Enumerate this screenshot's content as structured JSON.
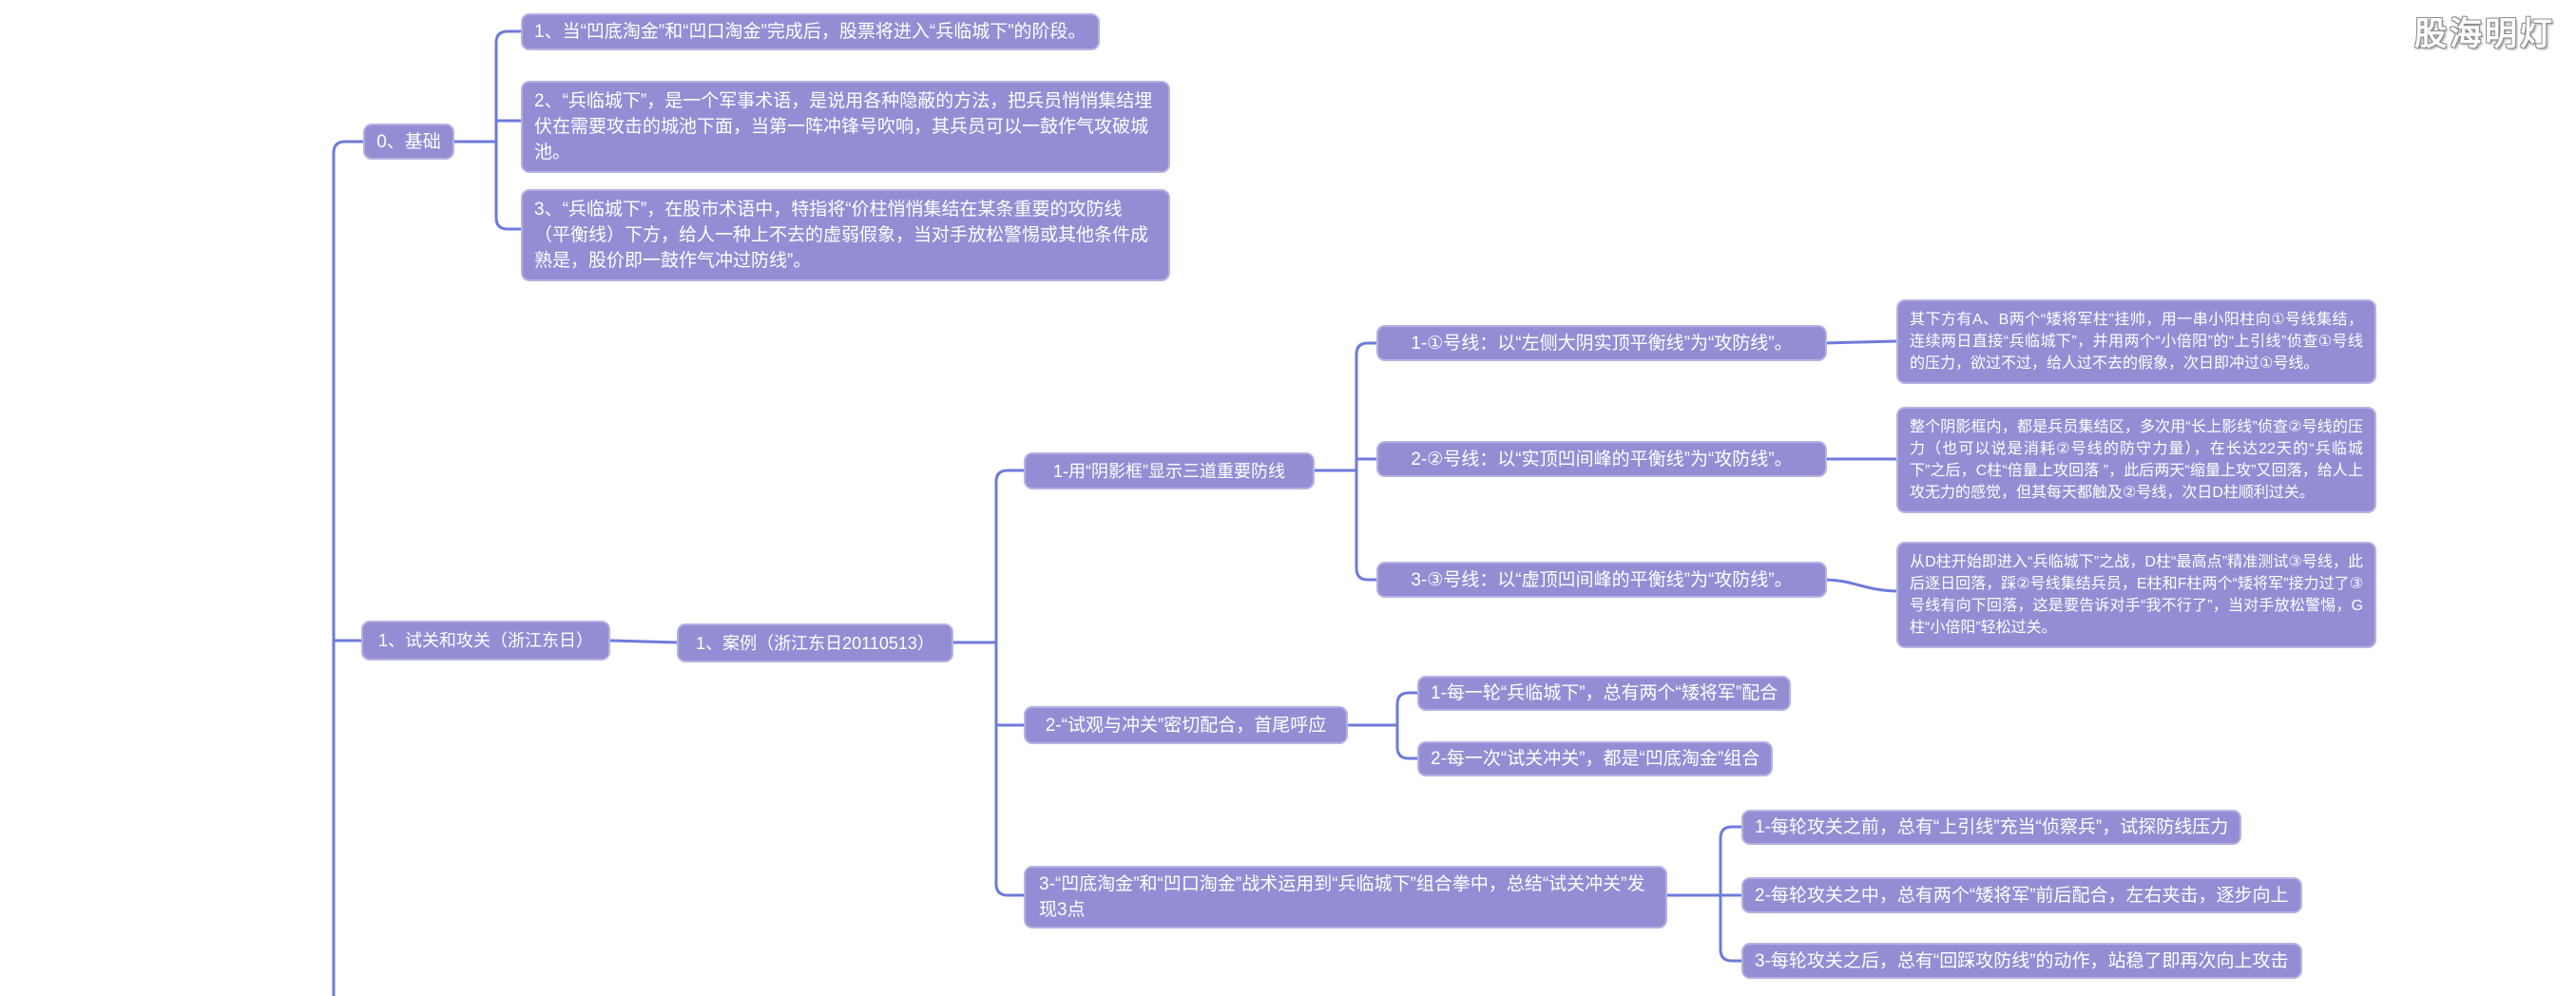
{
  "theme": {
    "background": "#ffffff",
    "node_fill": "#938ED4",
    "node_border": "#B6B1E2",
    "connector": "#6E7BDB",
    "node_text": "#ffffff",
    "watermark_color": "#ffffff",
    "watermark_outline": "#8c8c8c"
  },
  "watermark": {
    "text": "股海明灯"
  },
  "nodes": {
    "basic": "0、基础",
    "basic_pt1": "1、当“凹底淘金”和“凹口淘金”完成后，股票将进入“兵临城下”的阶段。",
    "basic_pt2": "2、“兵临城下”，是一个军事术语，是说用各种隐蔽的方法，把兵员悄悄集结埋伏在需要攻击的城池下面，当第一阵冲锋号吹响，其兵员可以一鼓作气攻破城池。",
    "basic_pt3": "3、“兵临城下”，在股市术语中，特指将“价柱悄悄集结在某条重要的攻防线（平衡线）下方，给人一种上不去的虚弱假象，当对手放松警惕或其他条件成熟是，股价即一鼓作气冲过防线”。",
    "branch1": "1、试关和攻关（浙江东日）",
    "case1": "1、案例（浙江东日20110513）",
    "shadow_frame": "1-用“阴影框”显示三道重要防线",
    "line1": "1-①号线：以“左侧大阴实顶平衡线”为“攻防线”。",
    "line2": "2-②号线：以“实顶凹间峰的平衡线”为“攻防线”。",
    "line3": "3-③号线：以“虚顶凹间峰的平衡线”为“攻防线”。",
    "line1_note": "其下方有A、B两个“矮将军柱”挂帅，用一串小阳柱向①号线集结，连续两日直接“兵临城下”，并用两个“小倍阳”的“上引线”侦查①号线的压力，欲过不过，给人过不去的假象，次日即冲过①号线。",
    "line2_note": "整个阴影框内，都是兵员集结区，多次用“长上影线”侦查②号线的压力（也可以说是消耗②号线的防守力量），在长达22天的“兵临城下”之后，C柱“倍量上攻回落 ”，此后两天“缩量上攻”又回落，给人上攻无力的感觉，但其每天都触及②号线，次日D柱顺利过关。",
    "line3_note": "从D柱开始即进入“兵临城下”之战，D柱“最高点”精准测试③号线，此后逐日回落，踩②号线集结兵员，E柱和F柱两个“矮将军”接力过了③号线有向下回落，这是要告诉对手“我不行了”，当对手放松警惕，G柱“小倍阳”轻松过关。",
    "coop": "2-“试观与冲关”密切配合，首尾呼应",
    "coop_pt1": "1-每一轮“兵临城下”，总有两个“矮将军”配合",
    "coop_pt2": "2-每一次“试关冲关”，都是“凹底淘金”组合",
    "summary": "3-“凹底淘金”和“凹口淘金”战术运用到“兵临城下”组合拳中，总结“试关冲关”发现3点",
    "summary_pt1": "1-每轮攻关之前，总有“上引线”充当“侦察兵”，试探防线压力",
    "summary_pt2": "2-每轮攻关之中，总有两个“矮将军”前后配合，左右夹击，逐步向上",
    "summary_pt3": "3-每轮攻关之后，总有“回踩攻防线”的动作，站稳了即再次向上攻击"
  }
}
